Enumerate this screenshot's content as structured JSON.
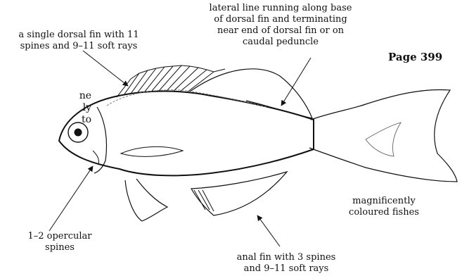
{
  "page_label": "Page 399",
  "clipped_left_text": [
    "ne",
    "ly",
    "to"
  ],
  "labels": {
    "dorsal_fin": [
      "a single dorsal fin with 11",
      "spines and 9–11 soft rays"
    ],
    "lateral_line": [
      "lateral line running along base",
      "of dorsal fin and terminating",
      "near end of dorsal fin or on",
      "caudal peduncle"
    ],
    "opercular_spines": [
      "1–2 opercular",
      "spines"
    ],
    "anal_fin": [
      "anal fin with 3 spines",
      "and 9–11 soft rays"
    ],
    "coloration": [
      "magnificently",
      "coloured fishes"
    ]
  },
  "colors": {
    "ink": "#111111",
    "paper": "#ffffff"
  }
}
